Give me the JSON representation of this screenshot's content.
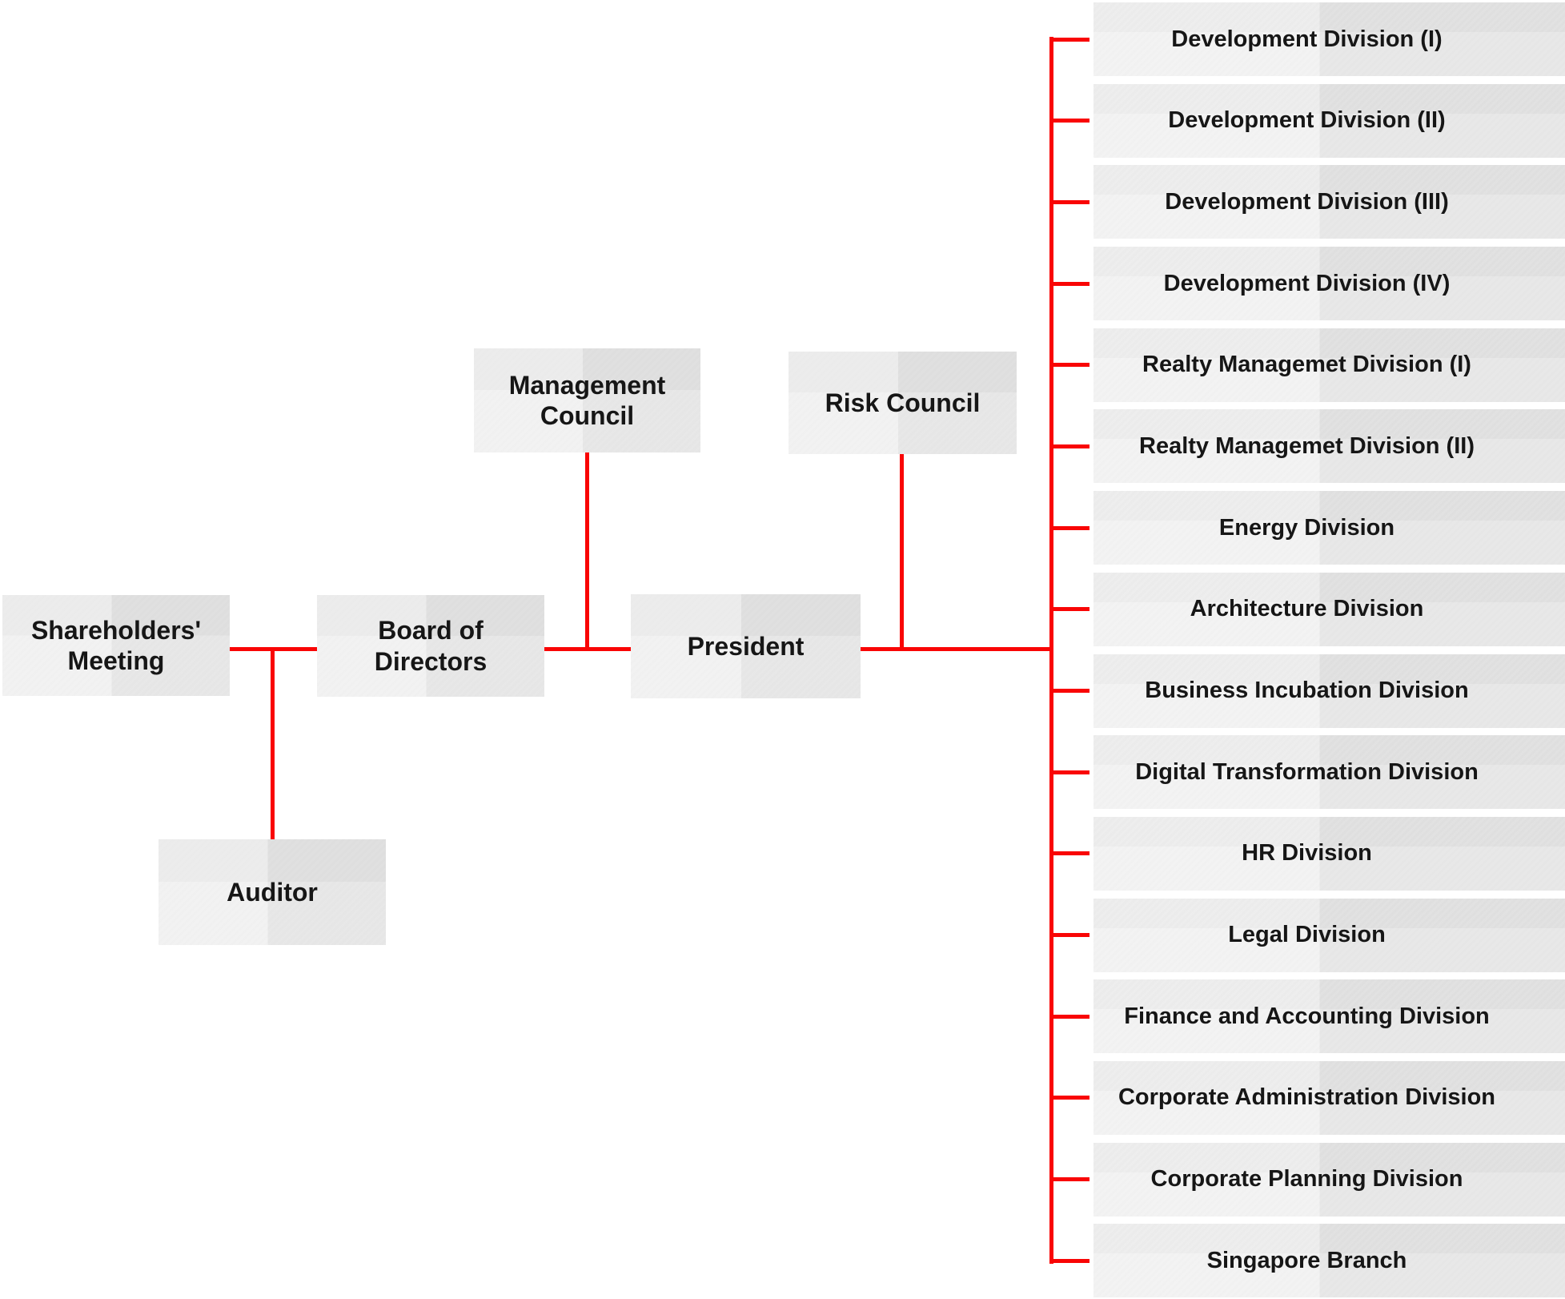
{
  "colors": {
    "connector": "#f90505",
    "box_fill": "#eaeaea",
    "division_fill": "#ebebeb",
    "text": "#161616",
    "background": "#ffffff"
  },
  "nodes": {
    "shareholders_meeting": {
      "label": "Shareholders'\nMeeting"
    },
    "board_of_directors": {
      "label": "Board of\nDirectors"
    },
    "management_council": {
      "label": "Management\nCouncil"
    },
    "risk_council": {
      "label": "Risk Council"
    },
    "president": {
      "label": "President"
    },
    "auditor": {
      "label": "Auditor"
    }
  },
  "divisions": {
    "items": [
      "Development Division (I)",
      "Development Division (II)",
      "Development Division (III)",
      "Development Division (IV)",
      "Realty Managemet Division (I)",
      "Realty Managemet Division (II)",
      "Energy Division",
      "Architecture Division",
      "Business Incubation Division",
      "Digital Transformation Division",
      "HR Division",
      "Legal Division",
      "Finance and Accounting Division",
      "Corporate Administration Division",
      "Corporate Planning Division",
      "Singapore Branch"
    ]
  }
}
